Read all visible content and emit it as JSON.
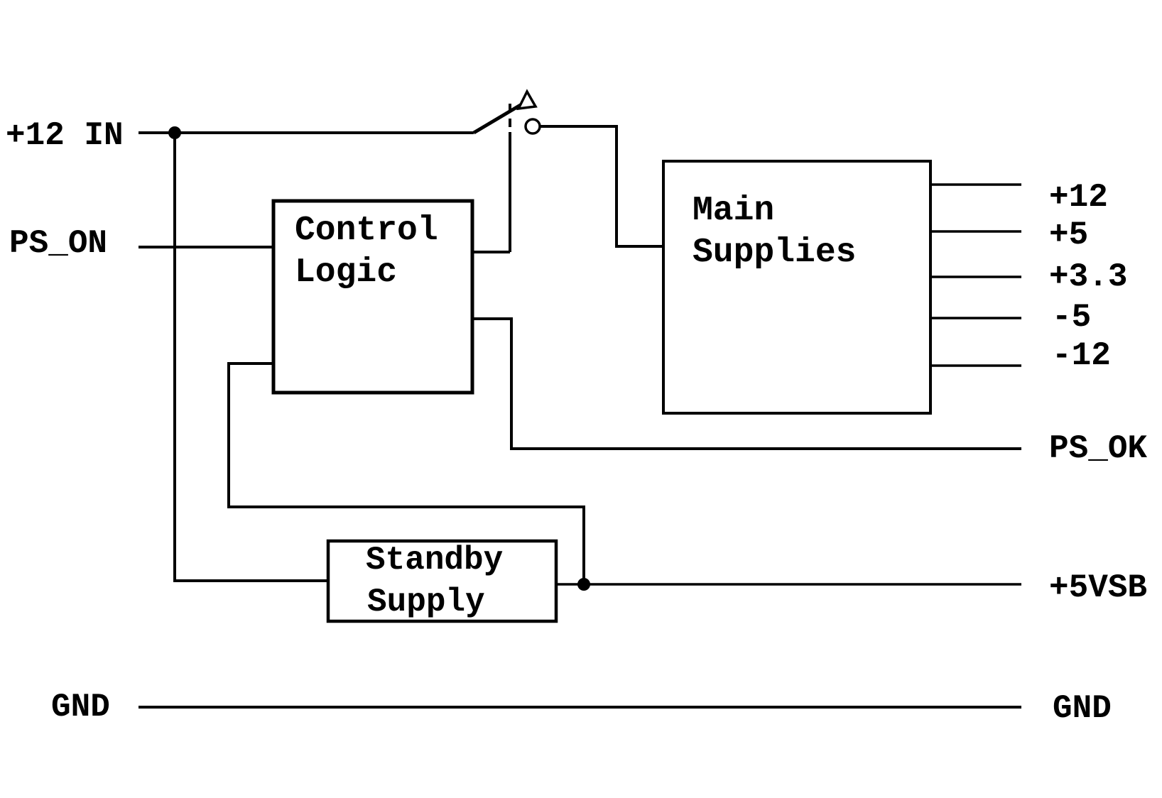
{
  "colors": {
    "ink": "#000000",
    "background": "#ffffff"
  },
  "diagram": {
    "blocks": {
      "control_logic": {
        "line1": "Control",
        "line2": "Logic"
      },
      "main_supplies": {
        "line1": "Main",
        "line2": "Supplies"
      },
      "standby_supply": {
        "line1": "Standby",
        "line2": "Supply"
      }
    },
    "left_ports": {
      "twelve_in": "+12 IN",
      "ps_on": "PS_ON",
      "gnd": "GND"
    },
    "right_ports": {
      "p12": "+12",
      "p5": "+5",
      "p3v3": "+3.3",
      "n5": "-5",
      "n12": "-12",
      "ps_ok": "PS_OK",
      "p5vsb": "+5VSB",
      "gnd": "GND"
    }
  }
}
